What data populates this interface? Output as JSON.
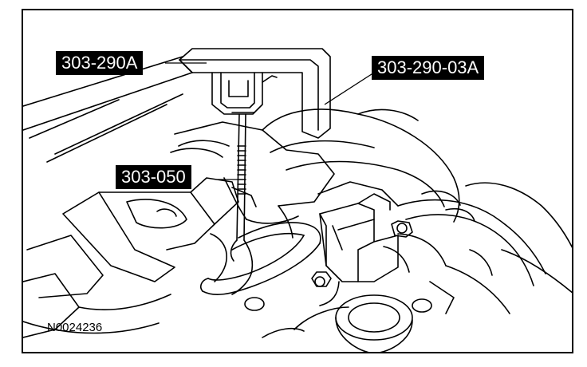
{
  "callouts": {
    "tool_a": "303-290A",
    "tool_b": "303-290-03A",
    "tool_c": "303-050"
  },
  "figure_id": "N0024236",
  "colors": {
    "ink": "#000000",
    "paper": "#ffffff"
  }
}
